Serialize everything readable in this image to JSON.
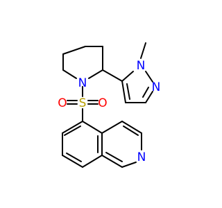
{
  "molecule": {
    "atoms": {
      "n_piperidine": "N",
      "s_sulfonyl": "S",
      "o_left": "O",
      "o_right": "O",
      "n_pyrazole_1": "N",
      "n_pyrazole_2": "N",
      "n_isoquinoline": "N"
    },
    "colors": {
      "bond": "#000000",
      "nitrogen": "#0000ff",
      "oxygen": "#ff0000",
      "sulfur": "#b8a000"
    }
  }
}
